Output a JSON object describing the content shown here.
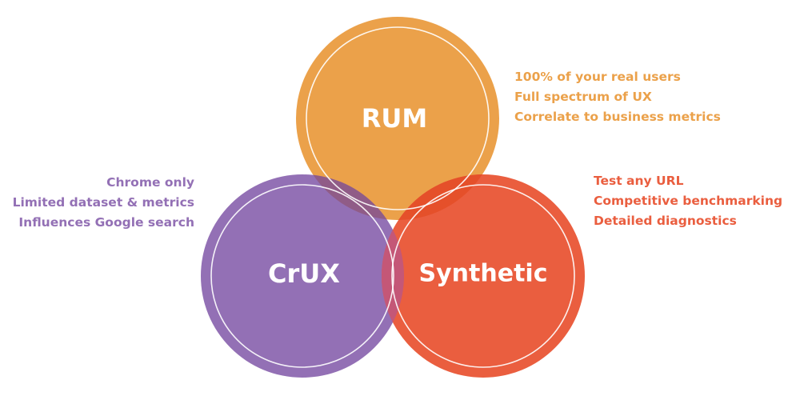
{
  "diagram": {
    "circles": [
      {
        "id": "rum",
        "label": "RUM",
        "color": "#EBA14A"
      },
      {
        "id": "crux",
        "label": "CrUX",
        "color": "#9370B5"
      },
      {
        "id": "synthetic",
        "label": "Synthetic",
        "color": "#EA5E3F"
      }
    ],
    "overlap_colors": {
      "rum_crux": "#905C87",
      "rum_synthetic": "#E5502A",
      "crux_synthetic": "#C45777"
    },
    "notes": {
      "rum": {
        "color": "#EBA14A",
        "lines": [
          "100% of your real users",
          "Full spectrum of UX",
          "Correlate to business metrics"
        ]
      },
      "crux": {
        "color": "#9370B5",
        "lines": [
          "Chrome only",
          "Limited dataset & metrics",
          "Influences Google search"
        ]
      },
      "synthetic": {
        "color": "#EA5E3F",
        "lines": [
          "Test any URL",
          "Competitive benchmarking",
          "Detailed diagnostics"
        ]
      }
    }
  }
}
